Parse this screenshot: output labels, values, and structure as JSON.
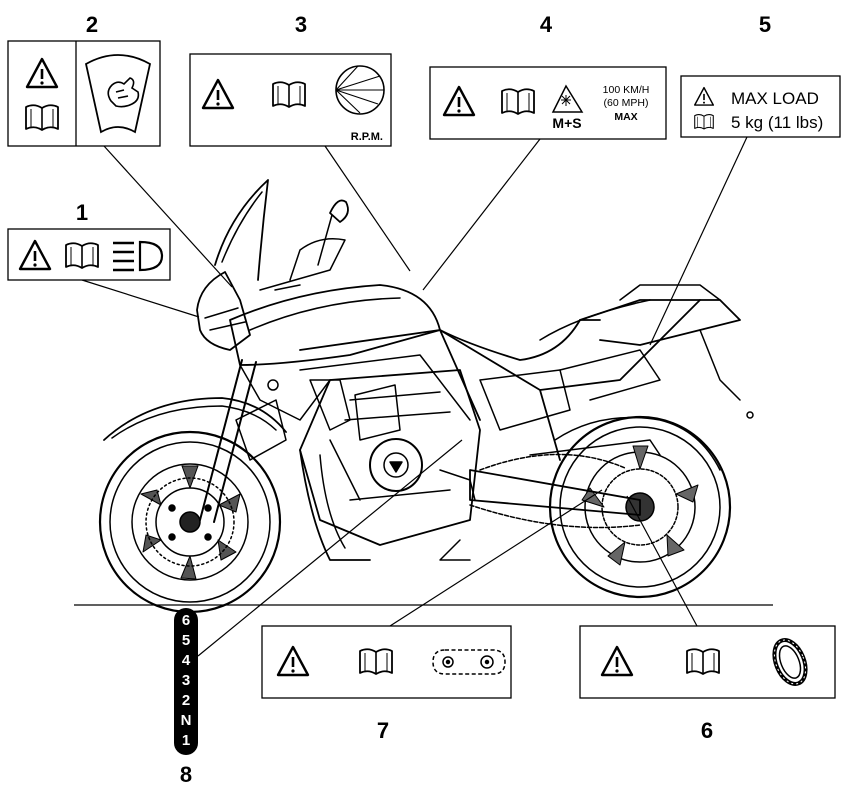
{
  "callouts": {
    "n1": "1",
    "n2": "2",
    "n3": "3",
    "n4": "4",
    "n5": "5",
    "n6": "6",
    "n7": "7",
    "n8": "8"
  },
  "label3": {
    "rpm": "R.P.M."
  },
  "label4": {
    "tyre_code": "M+S",
    "speed_kmh": "100 KM/H",
    "speed_mph": "(60 MPH)",
    "max": "MAX"
  },
  "label5": {
    "line1": "MAX LOAD",
    "line2": "5 kg (11 lbs)"
  },
  "gear_indicator": [
    "6",
    "5",
    "4",
    "3",
    "2",
    "N",
    "1"
  ],
  "icons": [
    "warning-triangle-icon",
    "manual-book-icon",
    "headlight-icon",
    "windscreen-adjust-icon",
    "rpm-dial-icon",
    "snowflake-mountain-icon",
    "chain-icon",
    "tyre-icon"
  ]
}
